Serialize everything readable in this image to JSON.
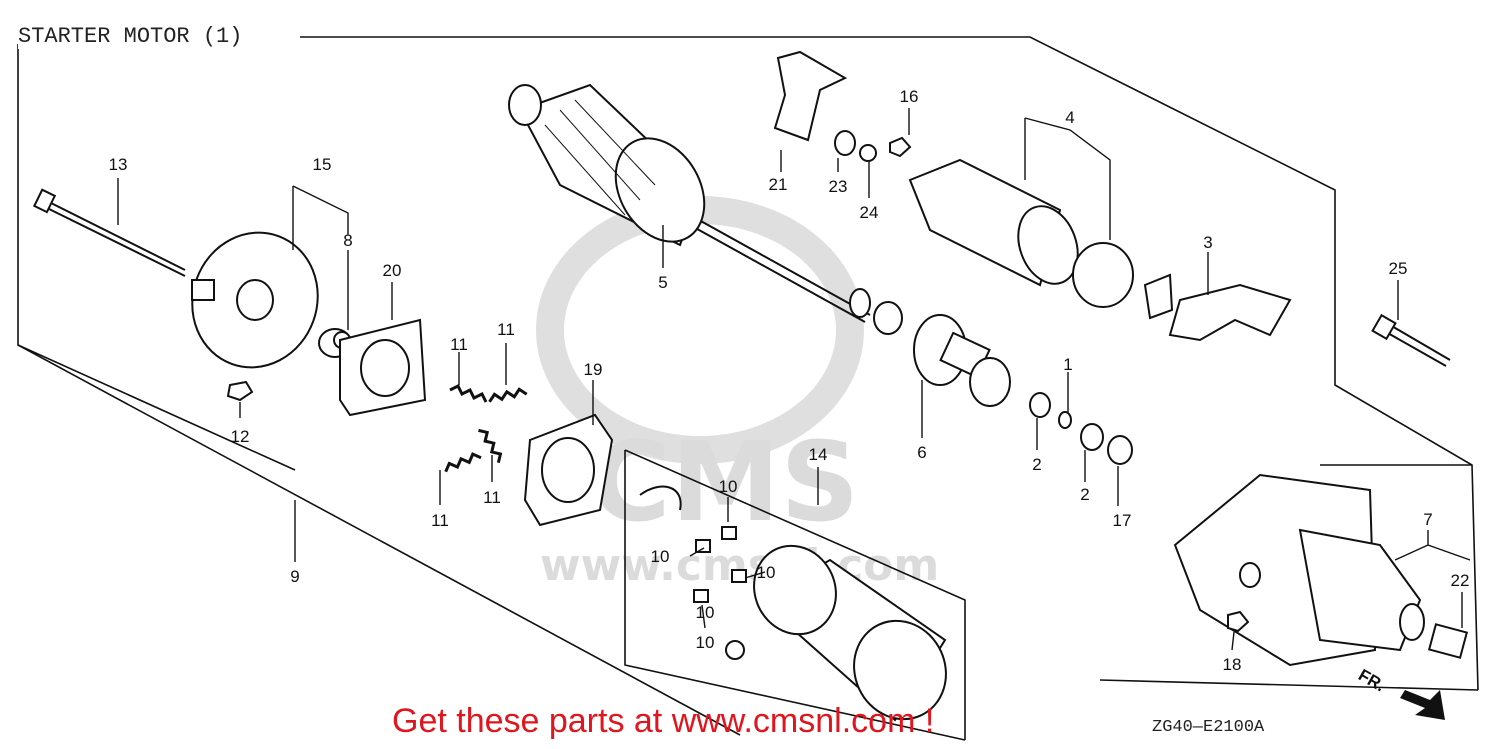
{
  "title": "STARTER MOTOR (1)",
  "promo_text": "Get these parts at www.cmsnl.com !",
  "diagram_code": "ZG40—E2100A",
  "direction_label": "FR.",
  "watermark": {
    "brand": "CMS",
    "url": "www.cmsnl.com"
  },
  "callouts": [
    "1",
    "2",
    "2",
    "3",
    "4",
    "5",
    "6",
    "7",
    "8",
    "9",
    "10",
    "10",
    "10",
    "10",
    "10",
    "11",
    "11",
    "11",
    "11",
    "12",
    "13",
    "14",
    "15",
    "16",
    "17",
    "18",
    "19",
    "20",
    "21",
    "22",
    "23",
    "24",
    "25"
  ],
  "colors": {
    "promo": "#e0151d",
    "line": "#111111",
    "watermark": "#d8d8d8"
  }
}
